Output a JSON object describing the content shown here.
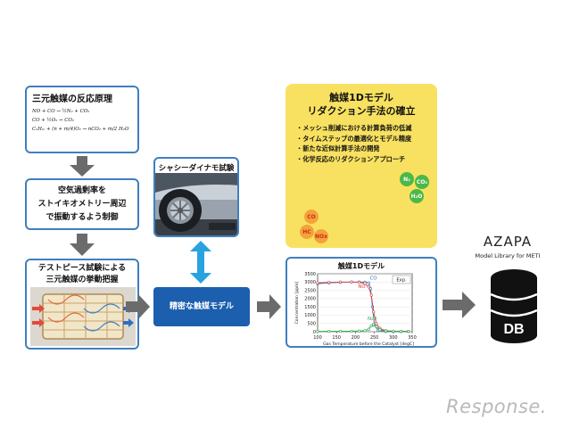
{
  "reaction": {
    "title": "三元触媒の反応原理",
    "eq1": "NO + CO → ½N₂ + CO₂",
    "eq2": "CO + ½O₂ → CO₂",
    "eq3": "CₙHₘ + (n + m/4)O₂ → nCO₂ + m/2 H₂O"
  },
  "air_control": {
    "line1": "空気過剰率を",
    "line2": "ストイキオメトリー周辺",
    "line3": "で振動するよう制御"
  },
  "testpiece": {
    "line1": "テストピース試験による",
    "line2": "三元触媒の挙動把握"
  },
  "chassis": {
    "title": "シャシーダイナモ試験"
  },
  "precise_model": {
    "label": "精密な触媒モデル"
  },
  "reduction_panel": {
    "title_line1": "触媒1Dモデル",
    "title_line2": "リダクション手法の確立",
    "bullets": [
      "・メッシュ削減における計算負荷の低減",
      "・タイムステップの最適化とモデル精度",
      "・新たな近似計算手法の開発",
      "・化学反応のリダクションアプローチ"
    ],
    "species_in": [
      "CO",
      "HC",
      "NOx"
    ],
    "species_out": [
      "N₂",
      "CO₂",
      "H₂O"
    ]
  },
  "chart_data": {
    "type": "line",
    "title": "触媒1Dモデル",
    "xlabel": "Gas Temperature before the Catalyst [degC]",
    "ylabel": "Concentration [ppm]",
    "xlim": [
      100,
      350
    ],
    "ylim": [
      0,
      3500
    ],
    "xticks": [
      100,
      150,
      200,
      250,
      300,
      350
    ],
    "yticks": [
      0,
      500,
      1000,
      1500,
      2000,
      2500,
      3000,
      3500
    ],
    "legend_label": "Exp.",
    "annotations": [
      "CO",
      "NO",
      "N₂O"
    ],
    "series": [
      {
        "name": "CO",
        "color": "#2e6fbf",
        "x": [
          100,
          130,
          160,
          190,
          210,
          225,
          235,
          240,
          245,
          250,
          260,
          280,
          300,
          320,
          340
        ],
        "y": [
          2900,
          2950,
          2980,
          3000,
          3000,
          2990,
          2950,
          2600,
          1500,
          400,
          80,
          20,
          10,
          10,
          10
        ]
      },
      {
        "name": "NO",
        "color": "#d8423e",
        "x": [
          100,
          130,
          160,
          190,
          210,
          225,
          235,
          242,
          248,
          255,
          265,
          280,
          300,
          320,
          340
        ],
        "y": [
          2950,
          2980,
          3000,
          3000,
          2980,
          2900,
          2700,
          2200,
          1200,
          500,
          200,
          60,
          30,
          20,
          20
        ]
      },
      {
        "name": "N₂O",
        "color": "#2ea84a",
        "x": [
          100,
          130,
          160,
          190,
          210,
          225,
          235,
          242,
          248,
          255,
          265,
          280,
          300,
          320,
          340
        ],
        "y": [
          20,
          20,
          30,
          30,
          40,
          60,
          150,
          350,
          450,
          300,
          120,
          50,
          30,
          20,
          20
        ]
      }
    ]
  },
  "azapa": {
    "title": "AZAPA",
    "subtitle": "Model Library for METI",
    "db_label": "DB"
  },
  "brand": {
    "text": "Response."
  },
  "colors": {
    "box_border": "#3f7fc1",
    "arrow_gray": "#6b6b6b",
    "arrow_blue": "#29a3e0",
    "model_blue": "#1b5fae",
    "panel_yellow": "#f8e160"
  }
}
